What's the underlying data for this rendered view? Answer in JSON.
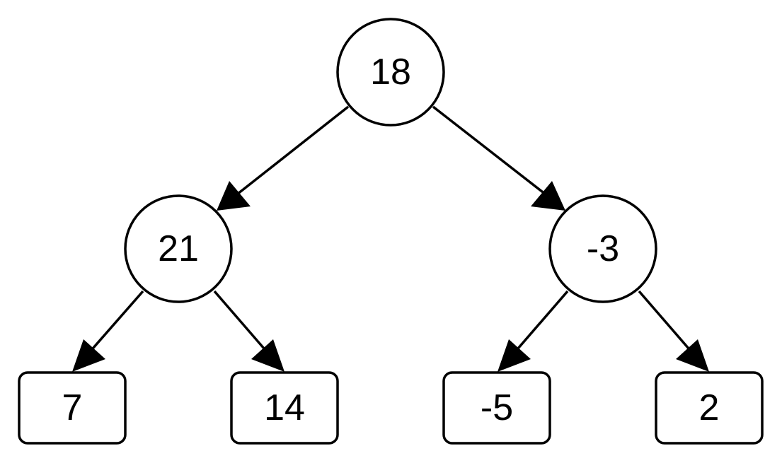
{
  "tree": {
    "root": {
      "label": "18"
    },
    "internal": [
      {
        "label": "21"
      },
      {
        "label": "-3"
      }
    ],
    "leaves": [
      {
        "label": "7"
      },
      {
        "label": "14"
      },
      {
        "label": "-5"
      },
      {
        "label": "2"
      }
    ]
  },
  "colors": {
    "stroke": "#000000",
    "fill": "#ffffff",
    "text": "#000000"
  }
}
